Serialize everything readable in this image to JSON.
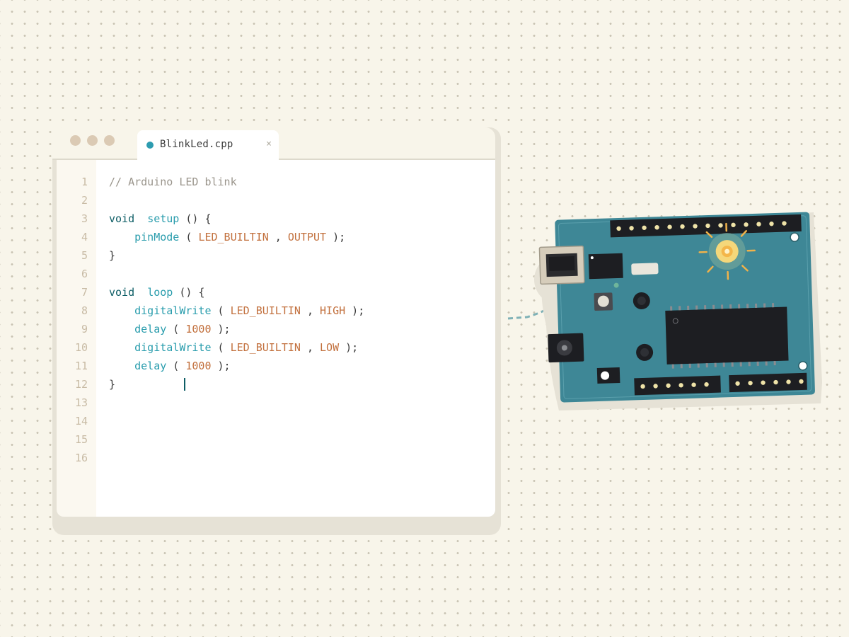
{
  "editor": {
    "window_controls": [
      "close",
      "minimize",
      "maximize"
    ],
    "tab": {
      "filename": "BlinkLed.cpp",
      "close_glyph": "×",
      "status_color": "#2d9cb0"
    },
    "line_numbers": [
      "1",
      "2",
      "3",
      "4",
      "5",
      "6",
      "7",
      "8",
      "9",
      "10",
      "11",
      "12",
      "13",
      "14",
      "15",
      "16"
    ],
    "code": [
      [
        {
          "t": "// Arduino LED blink",
          "c": "comment"
        }
      ],
      [],
      [
        {
          "t": "void",
          "c": "kw"
        },
        {
          "t": "  "
        },
        {
          "t": "setup",
          "c": "fn"
        },
        {
          "t": " () {",
          "c": "punc"
        }
      ],
      [
        {
          "t": "    "
        },
        {
          "t": "pinMode",
          "c": "fn"
        },
        {
          "t": " ( ",
          "c": "punc"
        },
        {
          "t": "LED_BUILTIN",
          "c": "const"
        },
        {
          "t": " , ",
          "c": "punc"
        },
        {
          "t": "OUTPUT",
          "c": "const"
        },
        {
          "t": " );",
          "c": "punc"
        }
      ],
      [
        {
          "t": "}",
          "c": "punc"
        }
      ],
      [],
      [
        {
          "t": "void",
          "c": "kw"
        },
        {
          "t": "  "
        },
        {
          "t": "loop",
          "c": "fn"
        },
        {
          "t": " () {",
          "c": "punc"
        }
      ],
      [
        {
          "t": "    "
        },
        {
          "t": "digitalWrite",
          "c": "fn"
        },
        {
          "t": " ( ",
          "c": "punc"
        },
        {
          "t": "LED_BUILTIN",
          "c": "const"
        },
        {
          "t": " , ",
          "c": "punc"
        },
        {
          "t": "HIGH",
          "c": "const"
        },
        {
          "t": " );",
          "c": "punc"
        }
      ],
      [
        {
          "t": "    "
        },
        {
          "t": "delay",
          "c": "fn"
        },
        {
          "t": " ( ",
          "c": "punc"
        },
        {
          "t": "1000",
          "c": "num"
        },
        {
          "t": " );",
          "c": "punc"
        }
      ],
      [
        {
          "t": "    "
        },
        {
          "t": "digitalWrite",
          "c": "fn"
        },
        {
          "t": " ( ",
          "c": "punc"
        },
        {
          "t": "LED_BUILTIN",
          "c": "const"
        },
        {
          "t": " , ",
          "c": "punc"
        },
        {
          "t": "LOW",
          "c": "const"
        },
        {
          "t": " );",
          "c": "punc"
        }
      ],
      [
        {
          "t": "    "
        },
        {
          "t": "delay",
          "c": "fn"
        },
        {
          "t": " ( ",
          "c": "punc"
        },
        {
          "t": "1000",
          "c": "num"
        },
        {
          "t": " );",
          "c": "punc"
        }
      ],
      [
        {
          "t": "}",
          "c": "punc"
        }
      ],
      [],
      [],
      [],
      []
    ],
    "caret_line": 12
  },
  "board": {
    "color": "#3e8796",
    "led_state": "on",
    "led_color": "#f5c24a",
    "connector": "dashed-cable"
  }
}
